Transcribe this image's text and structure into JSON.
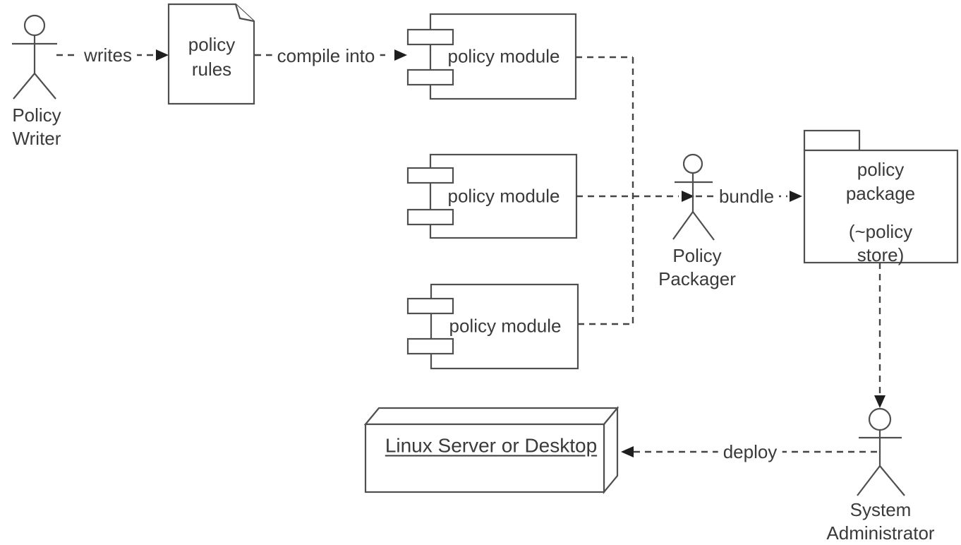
{
  "colors": {
    "background": "#ffffff",
    "shape_stroke": "#4f4f4f",
    "dashed_stroke": "#454545",
    "arrowhead_fill": "#1e1e1e",
    "text": "#3a3a3a"
  },
  "actors": {
    "policy_writer": {
      "label": "Policy\nWriter"
    },
    "policy_packager": {
      "label": "Policy\nPackager"
    },
    "system_administrator": {
      "label": "System\nAdministrator"
    }
  },
  "artifacts": {
    "policy_rules": {
      "label": "policy\nrules"
    },
    "policy_module_top": {
      "label": "policy module"
    },
    "policy_module_middle": {
      "label": "policy module"
    },
    "policy_module_bottom": {
      "label": "policy module"
    },
    "policy_package": {
      "title": "policy\npackage",
      "subtitle": "(~policy store)"
    },
    "linux_server": {
      "label": "Linux Server or Desktop"
    }
  },
  "edges": {
    "writes": {
      "label": "writes"
    },
    "compile_into": {
      "label": "compile into"
    },
    "bundle": {
      "label": "bundle"
    },
    "deploy": {
      "label": "deploy"
    }
  }
}
